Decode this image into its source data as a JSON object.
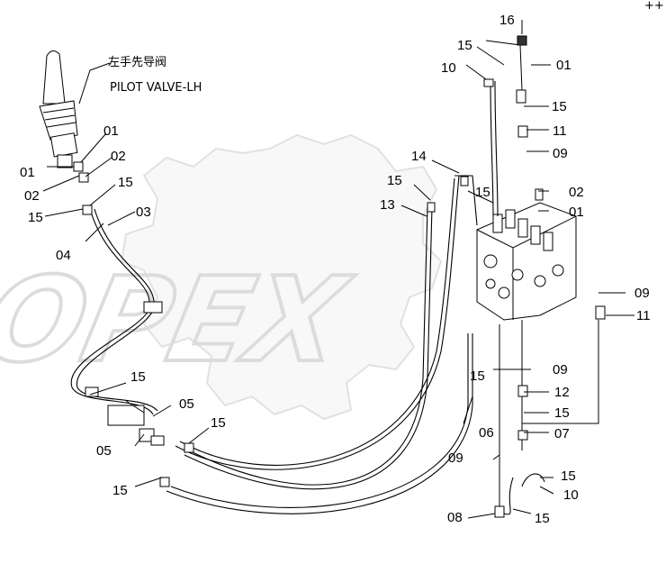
{
  "watermark": {
    "text": "OPEX"
  },
  "valve_caption": {
    "chinese": "左手先导阀",
    "english": "PILOT VALVE-LH"
  },
  "corner_mark": "++",
  "callouts": {
    "c16": "16",
    "c15_top": "15",
    "c01_top": "01",
    "c10_top": "10",
    "c15_r1": "15",
    "c11_r1": "11",
    "c09_r1": "09",
    "c14": "14",
    "c15_mid": "15",
    "c15_mid2": "15",
    "c13": "13",
    "c02_r": "02",
    "c01_r": "01",
    "c01_l": "01",
    "c01_l2": "01",
    "c02_l": "02",
    "c02_l2": "02",
    "c15_l": "15",
    "c15_l2": "15",
    "c03": "03",
    "c04": "04",
    "c09_r2": "09",
    "c11_r2": "11",
    "c15_r2": "15",
    "c09_r3": "09",
    "c12": "12",
    "c15_r3": "15",
    "c07": "07",
    "c15_b1": "15",
    "c05_a": "05",
    "c15_b2": "15",
    "c05_b": "05",
    "c15_b3": "15",
    "c06": "06",
    "c09_b": "09",
    "c15_br": "15",
    "c10_br": "10",
    "c08": "08",
    "c15_br2": "15"
  }
}
